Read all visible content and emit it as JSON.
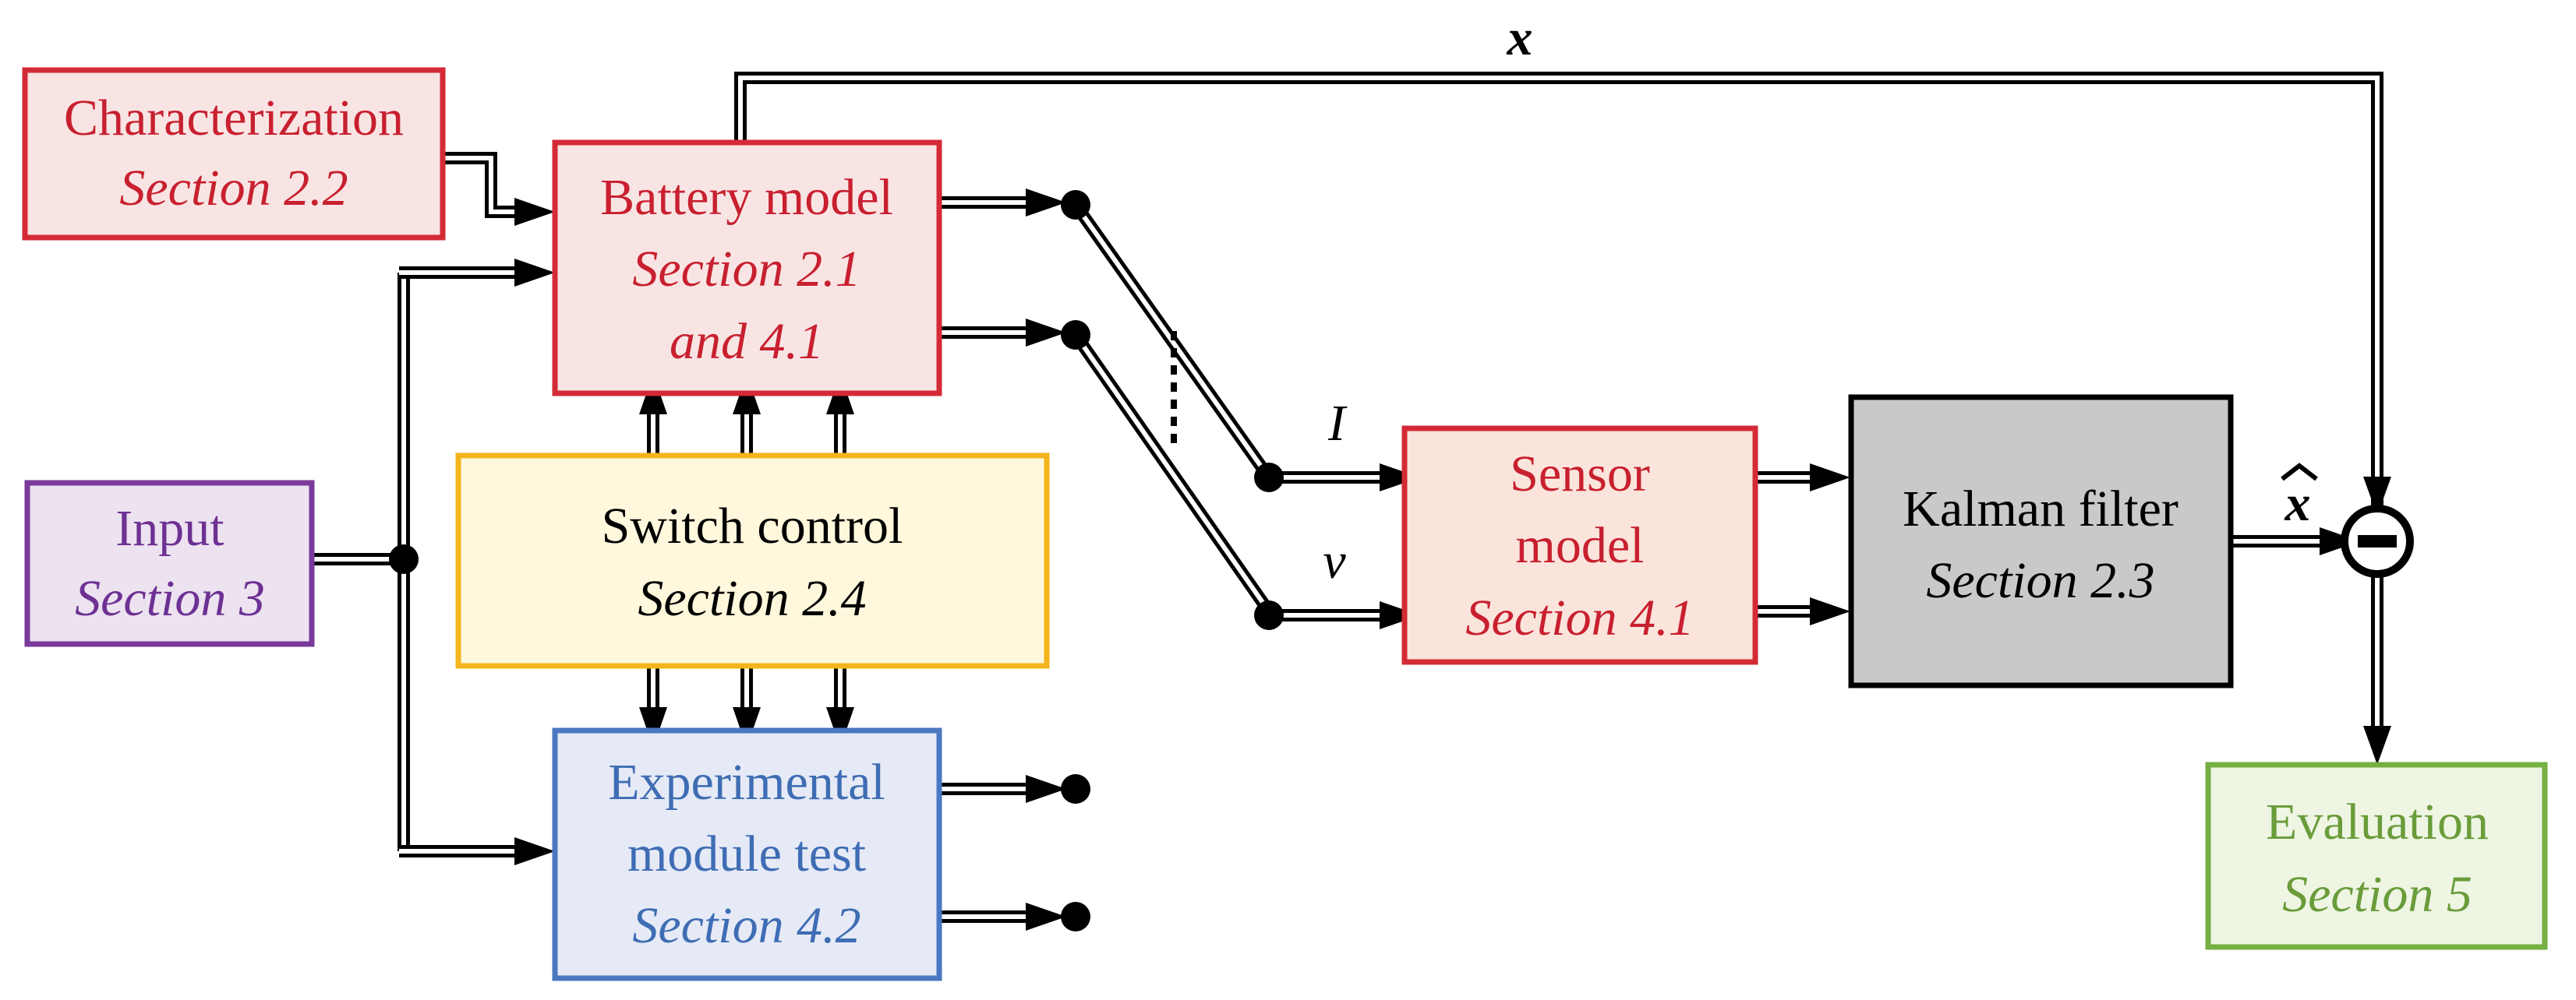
{
  "colors": {
    "red_stroke": "#d42a35",
    "red_fill": "#f9e4e4",
    "red_text": "#c8202f",
    "sensor_fill": "#fbe4dc",
    "purple_stroke": "#7a3a9a",
    "purple_fill": "#ece2f0",
    "purple_text": "#6e3193",
    "yellow_stroke": "#f2b51b",
    "yellow_fill": "#fff8dd",
    "blue_stroke": "#4a77c0",
    "blue_fill": "#e5eaf6",
    "blue_text": "#3f6db4",
    "gray_fill": "#c9c9c9",
    "green_stroke": "#74b042",
    "green_fill": "#eef5e3",
    "green_text": "#6a9c3a",
    "line": "#000000"
  },
  "blocks": {
    "characterization": {
      "title": "Characterization",
      "section": "Section 2.2"
    },
    "battery_model": {
      "title": "Battery model",
      "section": "Section 2.1",
      "section2": "and 4.1"
    },
    "input": {
      "title": "Input",
      "section": "Section 3"
    },
    "switch_control": {
      "title": "Switch control",
      "section": "Section 2.4"
    },
    "experimental": {
      "title": "Experimental",
      "title2": "module test",
      "section": "Section 4.2"
    },
    "sensor_model": {
      "title": "Sensor",
      "title2": "model",
      "section": "Section 4.1"
    },
    "kalman_filter": {
      "title": "Kalman filter",
      "section": "Section 2.3"
    },
    "evaluation": {
      "title": "Evaluation",
      "section": "Section 5"
    }
  },
  "signals": {
    "x": "x",
    "x_hat": "x",
    "current": "I",
    "voltage": "v",
    "minus": "−"
  }
}
